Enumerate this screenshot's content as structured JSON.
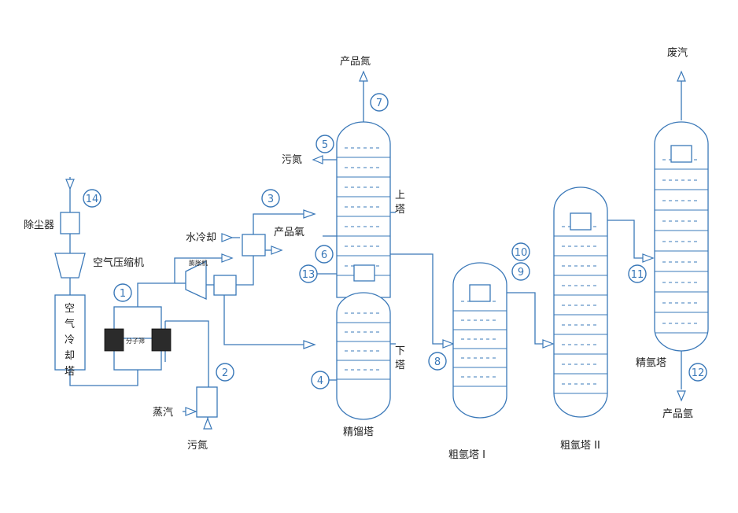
{
  "labels": {
    "dust_remover": "除尘器",
    "air_compressor": "空气压缩机",
    "air_cooling_tower": "空气冷却塔",
    "molecular_sieve": "分子筛",
    "expander": "膨胀机",
    "water_cooling": "水冷却",
    "steam": "蒸汽",
    "dirty_nitrogen_bottom": "污氮",
    "dirty_nitrogen_top": "污氮",
    "product_nitrogen": "产品氮",
    "product_oxygen": "产品氧",
    "upper_column": "上塔",
    "lower_column": "下塔",
    "rectification_column": "精馏塔",
    "crude_argon_1": "粗氩塔 I",
    "crude_argon_2": "粗氩塔 II",
    "waste_gas": "废汽",
    "pure_argon_column": "精氩塔",
    "product_argon": "产品氩"
  },
  "node_numbers": [
    "1",
    "2",
    "3",
    "4",
    "5",
    "6",
    "7",
    "8",
    "9",
    "10",
    "11",
    "12",
    "13",
    "14"
  ],
  "colors": {
    "line": "#3a78b8",
    "text": "#222222",
    "sieve_bed": "#2b2b2b"
  }
}
